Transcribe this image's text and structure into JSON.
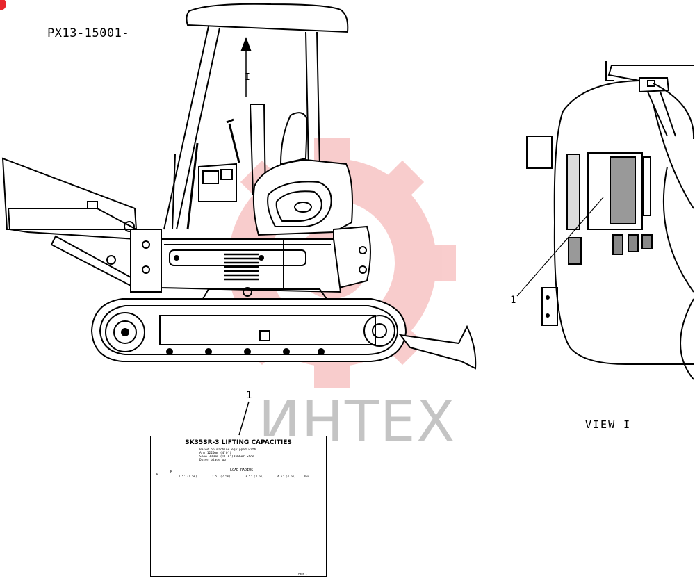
{
  "header": {
    "part_code": "PX13-15001-"
  },
  "labels": {
    "view_caption": "VIEW I",
    "view_marker": "I",
    "callout_bottom": "1",
    "callout_right": "1"
  },
  "watermark": {
    "text": "ИНТЕХ",
    "color": "#e84c4c"
  },
  "decal": {
    "title": "SK35SR-3 LIFTING CAPACITIES",
    "basis_lines": [
      "Based on machine equipped with",
      "Arm       1220mm (4'0\")",
      "Shoe      300mm (11.8\")Rubber Shoe",
      "Dozer blade up"
    ],
    "radius_title": "LOAD RADIUS",
    "col_a": "A",
    "col_b": "B",
    "radius_headings": [
      "1.5' (1.5m)",
      "2.5' (2.5m)",
      "3.5' (3.5m)",
      "4.5' (4.5m)",
      "Max"
    ],
    "footer": "Page 1"
  }
}
